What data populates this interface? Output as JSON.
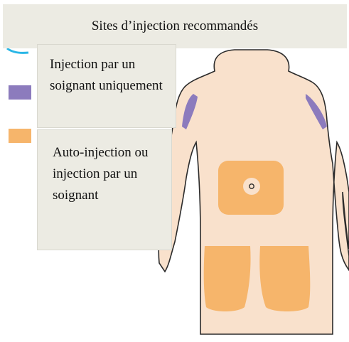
{
  "title": "Sites d’injection recommandés",
  "legend": {
    "caregiver_only": {
      "label": "Injection par un soignant uniquement",
      "color": "#8c7bbd"
    },
    "self_or_caregiver": {
      "label": "Auto-injection ou injection par un soignant",
      "color": "#f6b56b"
    }
  },
  "colors": {
    "skin": "#f9e1cc",
    "outline": "#2b2b2b",
    "accent_arc": "#29b6e6",
    "banner_bg": "#ecebe3"
  },
  "icons": [
    "body-outline-figure",
    "navel-mark"
  ]
}
